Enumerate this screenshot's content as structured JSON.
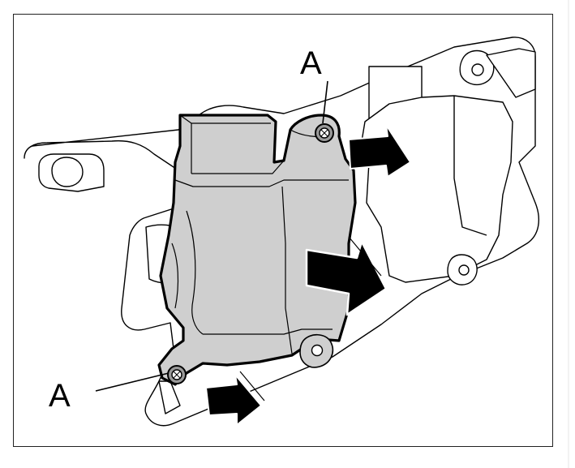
{
  "figure": {
    "callouts": [
      {
        "id": "top",
        "label": "A"
      },
      {
        "id": "bottom",
        "label": "A"
      }
    ],
    "colors": {
      "component_fill": "#cfcfcf",
      "outline": "#000000",
      "background_parts": "#ffffff",
      "arrows": "#000000"
    },
    "icons": {
      "removal_arrows": "arrow-right-icon",
      "fasteners": "bolt-icon"
    }
  }
}
